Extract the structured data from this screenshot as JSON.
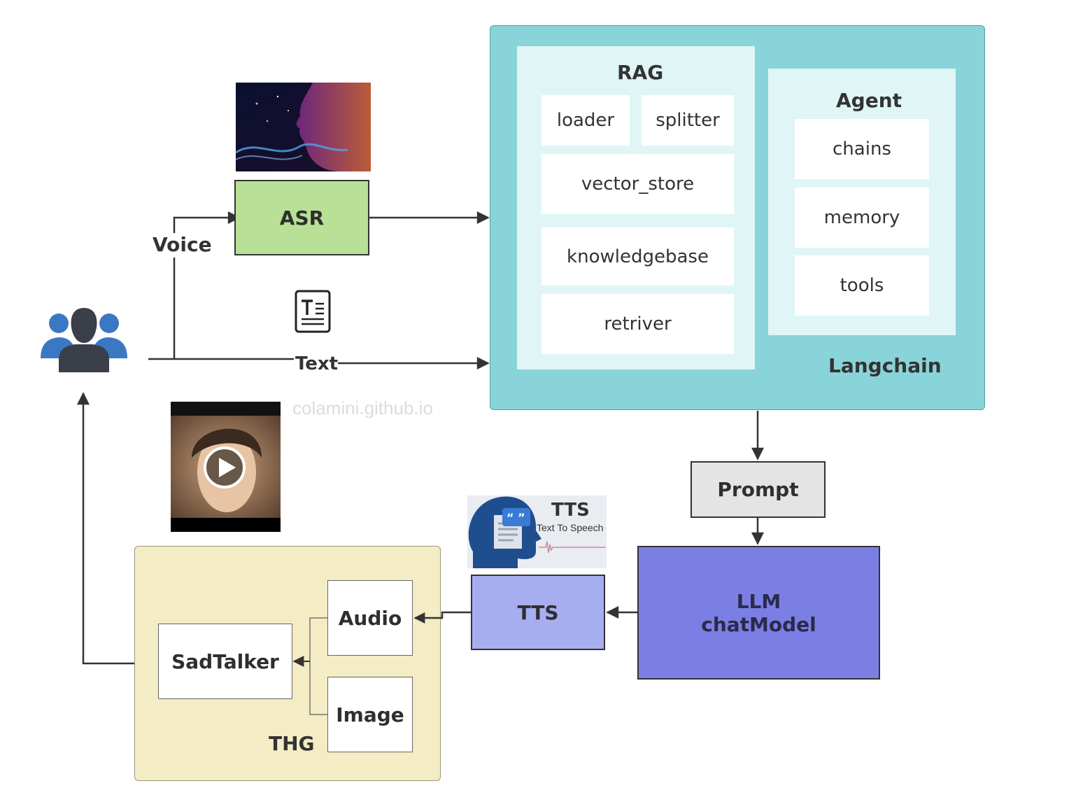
{
  "watermark": "colamini.github.io",
  "edge_labels": {
    "voice": "Voice",
    "text": "Text"
  },
  "langchain": {
    "title": "Langchain",
    "rag": {
      "title": "RAG",
      "items": [
        "loader",
        "splitter",
        "vector_store",
        "knowledgebase",
        "retriver"
      ]
    },
    "agent": {
      "title": "Agent",
      "items": [
        "chains",
        "memory",
        "tools"
      ]
    }
  },
  "nodes": {
    "asr": "ASR",
    "prompt": "Prompt",
    "llm_line1": "LLM",
    "llm_line2": "chatModel",
    "tts": "TTS"
  },
  "thg": {
    "title": "THG",
    "sadtalker": "SadTalker",
    "audio": "Audio",
    "image": "Image"
  },
  "tts_banner": {
    "title": "TTS",
    "subtitle": "Text To Speech"
  },
  "icons": [
    "users-icon",
    "text-document-icon",
    "voice-ai-image",
    "talking-head-video-thumbnail",
    "play-icon",
    "tts-head-icon"
  ],
  "colors": {
    "langchain": "#88d4d8",
    "panel": "#e0f5f6",
    "asr": "#b8e197",
    "prompt": "#e4e4e4",
    "llm": "#7b7fe3",
    "tts": "#a7aef0",
    "thg": "#f4ecc4",
    "users": "#3b78c4"
  }
}
